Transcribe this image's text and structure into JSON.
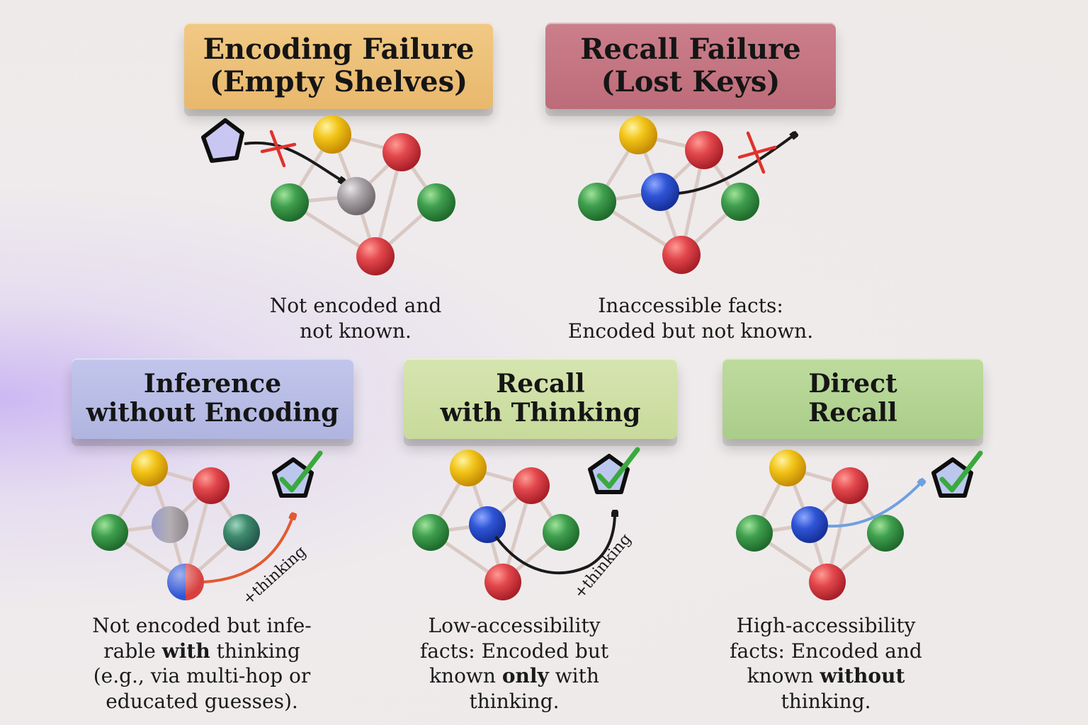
{
  "panels": {
    "encoding_failure": {
      "title_line1": "Encoding Failure",
      "title_line2": "(Empty Shelves)",
      "caption_line1": "Not encoded and",
      "caption_line2": "not known.",
      "color": "#edc07a"
    },
    "recall_failure": {
      "title_line1": "Recall Failure",
      "title_line2": "(Lost Keys)",
      "caption_line1": "Inaccessible facts:",
      "caption_line2": "Encoded but not known.",
      "color": "#c47682"
    },
    "inference_without_encoding": {
      "title_line1": "Inference",
      "title_line2": "without Encoding",
      "caption_line1": "Not encoded but infe-",
      "caption_line2_a": "rable ",
      "caption_line2_b": "with",
      "caption_line2_c": " thinking",
      "caption_line3": "(e.g., via multi-hop or",
      "caption_line4": "educated guesses).",
      "arrow_label": "+thinking",
      "color": "#b9bde6"
    },
    "recall_with_thinking": {
      "title_line1": "Recall",
      "title_line2": "with Thinking",
      "caption_line1": "Low-accessibility",
      "caption_line2": "facts: Encoded but",
      "caption_line3_a": "known ",
      "caption_line3_b": "only",
      "caption_line3_c": " with",
      "caption_line4": "thinking.",
      "arrow_label": "+thinking",
      "color": "#cfe0a6"
    },
    "direct_recall": {
      "title_line1": "Direct",
      "title_line2": "Recall",
      "caption_line1": "High-accessibility",
      "caption_line2": "facts: Encoded and",
      "caption_line3_a": "known ",
      "caption_line3_b": "without",
      "caption_line4": "thinking.",
      "color": "#b4d494"
    }
  },
  "icons": {
    "query": "pentagon-icon",
    "fail": "red-x-icon",
    "success": "green-check-icon"
  },
  "node_colors": {
    "yellow": "#f2c417",
    "red": "#e2474c",
    "green": "#3f9f4e",
    "blue": "#2f55d6",
    "gray": "#a9a4a8",
    "teal": "#3f8a6e"
  }
}
